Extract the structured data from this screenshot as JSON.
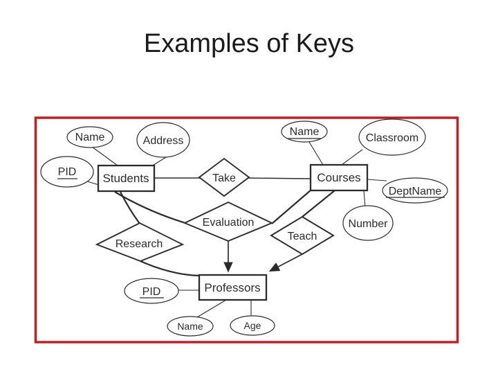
{
  "slide": {
    "title": "Examples of Keys"
  },
  "colors": {
    "frame": "#bf2026",
    "ink": "#2b2b2b",
    "background": "#ffffff",
    "title_color": "#1a1a1a"
  },
  "diagram": {
    "type": "entity-relationship",
    "entities": [
      {
        "id": "students",
        "label": "Students"
      },
      {
        "id": "courses",
        "label": "Courses"
      },
      {
        "id": "professors",
        "label": "Professors"
      }
    ],
    "relationships": [
      {
        "id": "take",
        "label": "Take",
        "connects": [
          "Students",
          "Courses"
        ]
      },
      {
        "id": "evaluation",
        "label": "Evaluation",
        "connects": [
          "Students",
          "Courses",
          "Professors"
        ],
        "arrow_into": "Professors"
      },
      {
        "id": "research",
        "label": "Research",
        "connects": [
          "Students",
          "Professors"
        ]
      },
      {
        "id": "teach",
        "label": "Teach",
        "connects": [
          "Courses",
          "Professors"
        ],
        "arrow_into": "Professors"
      }
    ],
    "attributes": [
      {
        "id": "students-pid",
        "owner": "Students",
        "label": "PID",
        "key": true
      },
      {
        "id": "students-name",
        "owner": "Students",
        "label": "Name",
        "key": false
      },
      {
        "id": "students-address",
        "owner": "Students",
        "label": "Address",
        "key": false
      },
      {
        "id": "courses-name",
        "owner": "Courses",
        "label": "Name",
        "key": true
      },
      {
        "id": "courses-classroom",
        "owner": "Courses",
        "label": "Classroom",
        "key": false
      },
      {
        "id": "courses-deptname",
        "owner": "Courses",
        "label": "DeptName",
        "key": true
      },
      {
        "id": "courses-number",
        "owner": "Courses",
        "label": "Number",
        "key": false
      },
      {
        "id": "professors-pid",
        "owner": "Professors",
        "label": "PID",
        "key": true
      },
      {
        "id": "professors-name",
        "owner": "Professors",
        "label": "Name",
        "key": false
      },
      {
        "id": "professors-age",
        "owner": "Professors",
        "label": "Age",
        "key": false
      }
    ]
  }
}
